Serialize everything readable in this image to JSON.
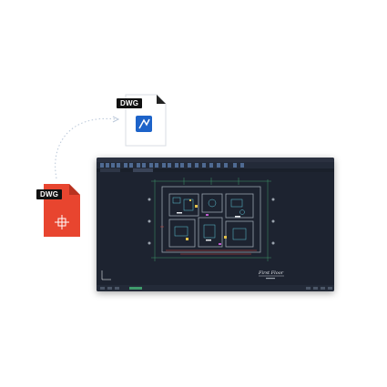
{
  "source_file": {
    "badge": "DWG",
    "color": "#e8452f",
    "icon": "cad-file-icon"
  },
  "target_file": {
    "badge": "DWG",
    "icon": "gstarcad-app-icon",
    "accent": "#1d63c9"
  },
  "cad_window": {
    "background": "#1d2330",
    "drawing_title": "First Floor"
  }
}
